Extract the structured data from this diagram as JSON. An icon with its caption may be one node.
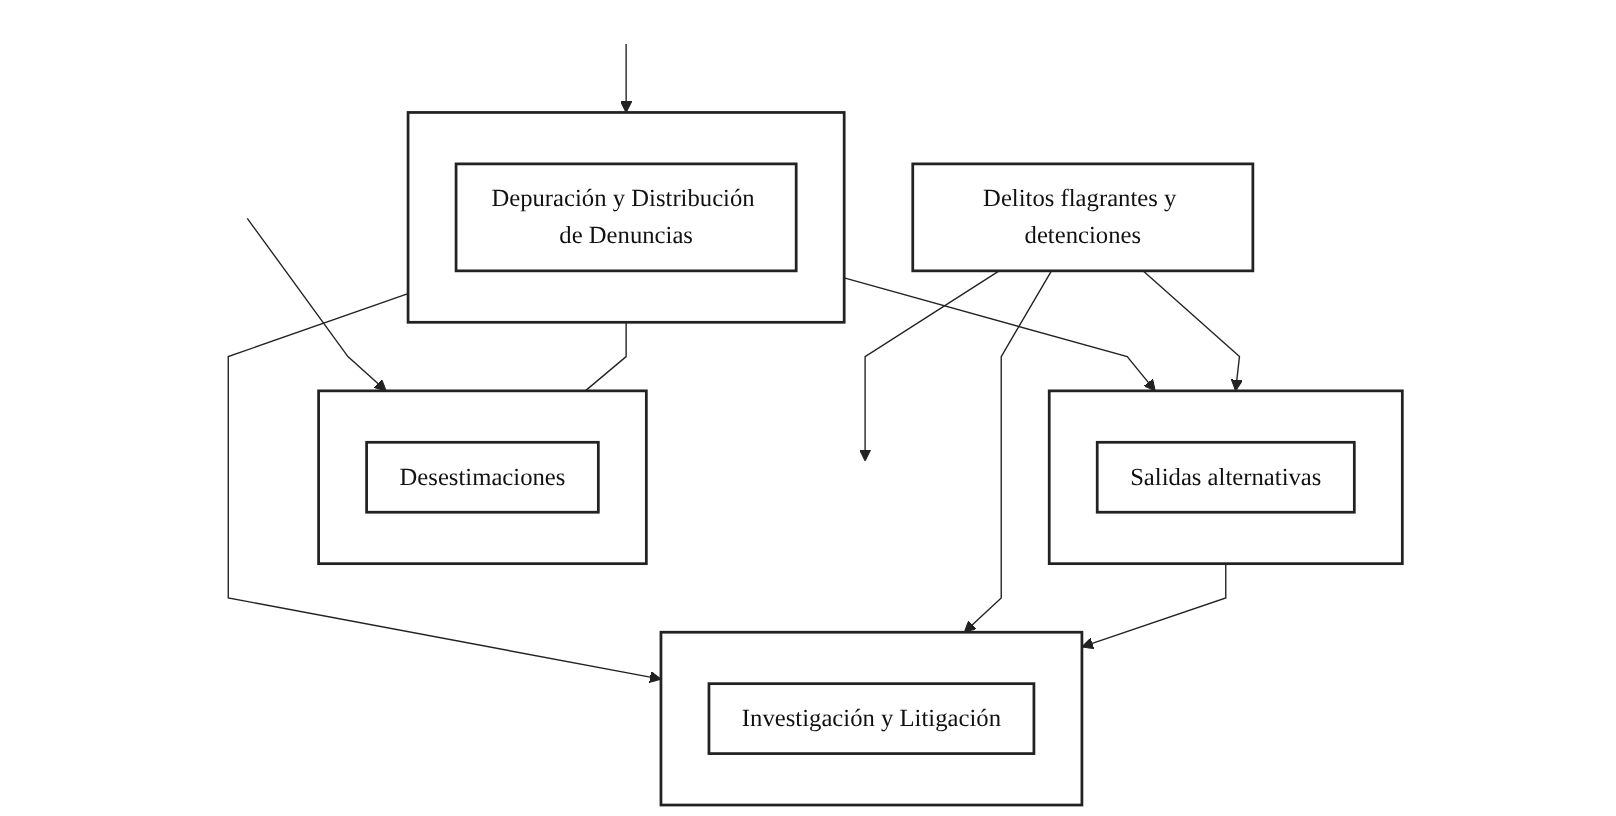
{
  "diagram": {
    "nodes": [
      {
        "text": [],
        "shape": "box"
      },
      {
        "text": [
          "Depuración y Distribución de Denuncias"
        ],
        "in": 0
      },
      {
        "text": [],
        "shape": "box"
      },
      {
        "text": [
          "Desestimaciones"
        ],
        "in": 2
      },
      {
        "text": [
          "Delitos flagrantes y detenciones"
        ]
      },
      {
        "text": [],
        "shape": "box"
      },
      {
        "text": [
          "Salidas alternativas"
        ],
        "in": 5
      },
      {
        "text": [],
        "shape": "box"
      },
      {
        "text": [
          "Investigación y Litigación"
        ],
        "in": 7
      }
    ],
    "edges": [
      {
        "from": null,
        "to": 0,
        "arrow": "to"
      },
      {
        "from": null,
        "to": 2,
        "arrow": "to"
      },
      {
        "from": 0,
        "to": 2,
        "arrow": "none"
      },
      {
        "from": 0,
        "to": 5,
        "arrow": "to"
      },
      {
        "from": 0,
        "to": 7,
        "arrow": "to"
      },
      {
        "from": 4,
        "to": 5,
        "arrow": "to"
      },
      {
        "from": 4,
        "to": null,
        "arrow": "to"
      },
      {
        "from": 4,
        "to": 7,
        "arrow": "to"
      },
      {
        "from": 5,
        "to": 7,
        "arrow": "to"
      }
    ]
  }
}
